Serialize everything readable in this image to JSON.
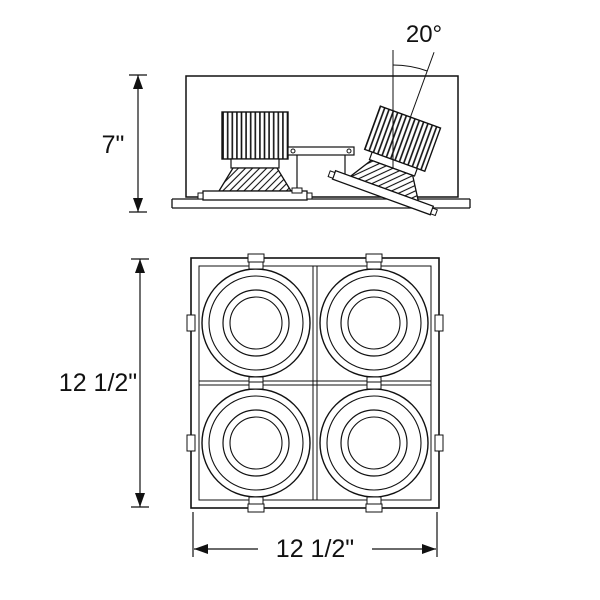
{
  "colors": {
    "line": "#111111",
    "background": "#ffffff"
  },
  "side_view": {
    "angle_label": "20°",
    "height_label": "7\""
  },
  "front_view": {
    "height_label": "12 1/2\"",
    "width_label": "12 1/2\""
  }
}
